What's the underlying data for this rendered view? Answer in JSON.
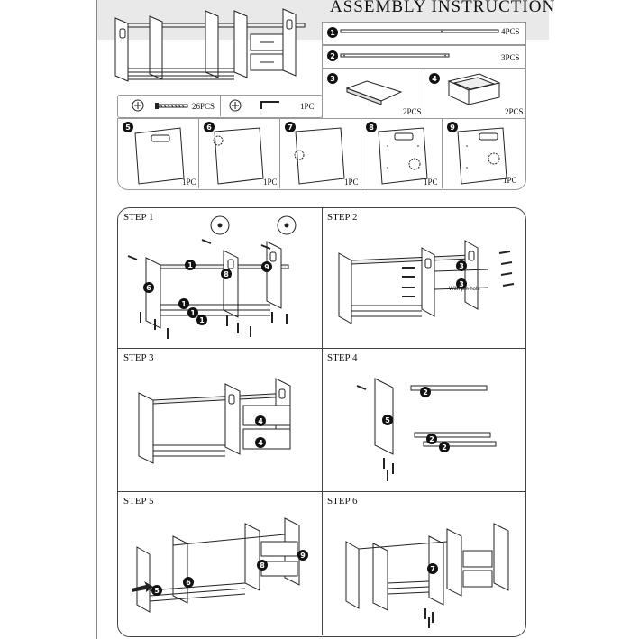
{
  "title": "ASSEMBLY INSTRUCTION",
  "parts": [
    {
      "num": "1",
      "qty": "4PCS"
    },
    {
      "num": "2",
      "qty": "3PCS"
    },
    {
      "num": "3",
      "qty": "2PCS"
    },
    {
      "num": "4",
      "qty": "2PCS"
    },
    {
      "num": "5",
      "qty": "1PC"
    },
    {
      "num": "6",
      "qty": "1PC"
    },
    {
      "num": "7",
      "qty": "1PC"
    },
    {
      "num": "8",
      "qty": "1PC"
    },
    {
      "num": "9",
      "qty": "1PC"
    }
  ],
  "hardware": {
    "screw_qty": "26PCS",
    "wrench_qty": "1PC"
  },
  "steps": [
    {
      "label": "STEP 1"
    },
    {
      "label": "STEP 2",
      "note": "With pin hole"
    },
    {
      "label": "STEP 3"
    },
    {
      "label": "STEP 4"
    },
    {
      "label": "STEP 5"
    },
    {
      "label": "STEP 6"
    }
  ]
}
